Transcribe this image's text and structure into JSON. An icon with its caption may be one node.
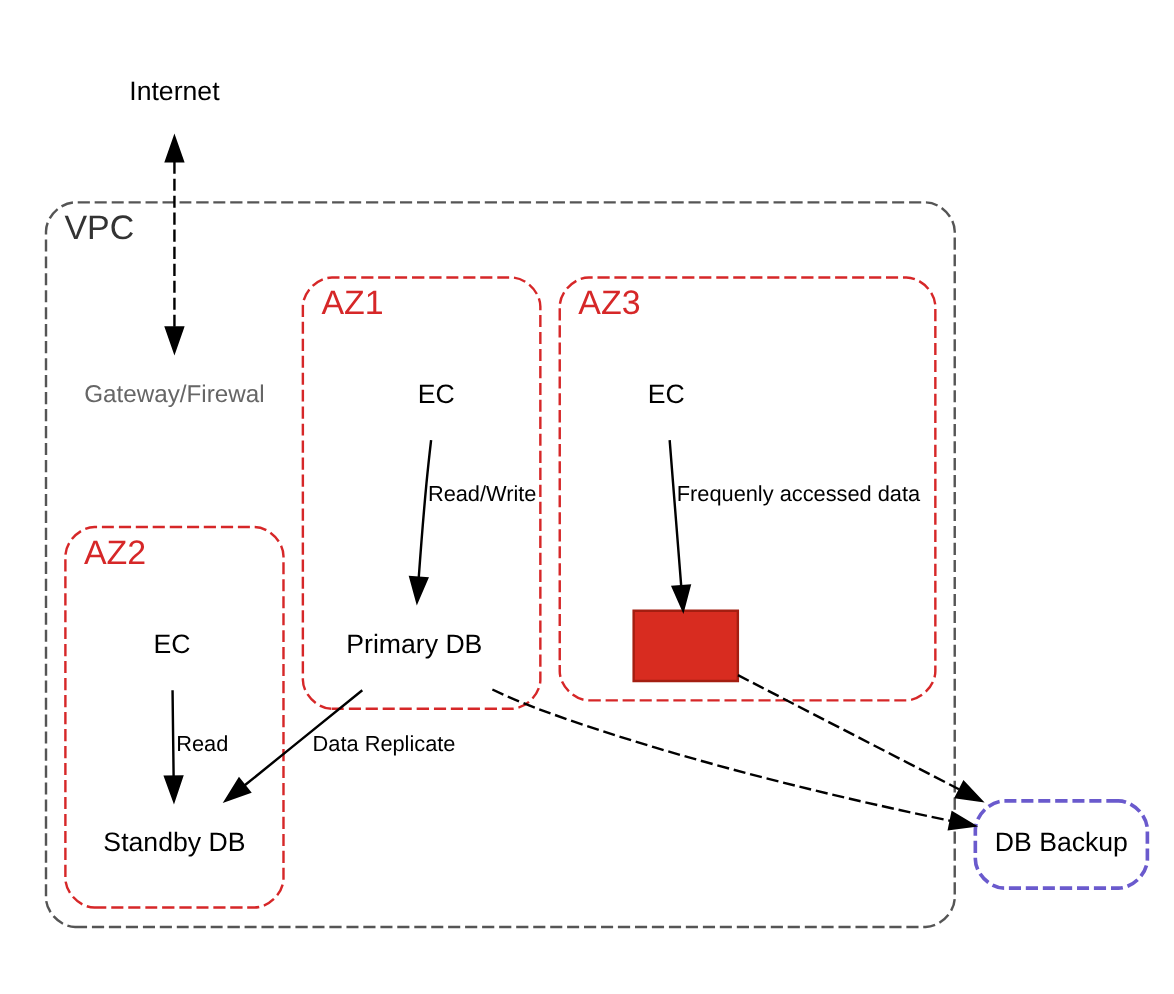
{
  "diagram": {
    "nodes": [
      {
        "text": [
          "Internet"
        ]
      },
      {
        "text": [
          "VPC"
        ]
      },
      {
        "text": [
          "AZ1"
        ],
        "in": 1
      },
      {
        "text": [
          "AZ2"
        ],
        "in": 1
      },
      {
        "text": [
          "AZ3"
        ],
        "in": 1
      },
      {
        "text": [
          "Gateway/Firewal"
        ],
        "in": 1
      },
      {
        "text": [
          "EC"
        ],
        "in": 2
      },
      {
        "text": [
          "Primary DB"
        ],
        "in": 2
      },
      {
        "text": [
          "EC"
        ],
        "in": 3
      },
      {
        "text": [
          "Standby DB"
        ],
        "in": 3
      },
      {
        "text": [
          "EC"
        ],
        "in": 4
      },
      {
        "text": [],
        "shape": "box",
        "in": 4
      },
      {
        "text": [
          "DB Backup"
        ]
      }
    ],
    "edges": [
      {
        "from": 0,
        "to": 5,
        "arrow": "both",
        "style": "dashed"
      },
      {
        "from": 6,
        "to": 7,
        "arrow": "to",
        "label": "Read/Write"
      },
      {
        "from": 8,
        "to": 9,
        "arrow": "to",
        "label": "Read"
      },
      {
        "from": 10,
        "to": 11,
        "arrow": "to",
        "label": "Frequenly accessed data"
      },
      {
        "from": 7,
        "to": 9,
        "arrow": "to",
        "label": "Data Replicate"
      },
      {
        "from": 7,
        "to": 12,
        "arrow": "to",
        "style": "dashed"
      },
      {
        "from": 11,
        "to": 12,
        "arrow": "to",
        "style": "dashed"
      }
    ]
  }
}
